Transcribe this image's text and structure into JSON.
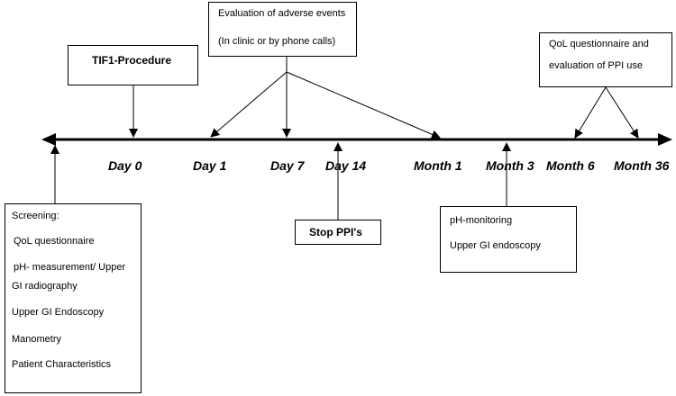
{
  "boxes": {
    "tif1": {
      "label": "TIF1-Procedure"
    },
    "adverse": {
      "line1": "Evaluation of adverse events",
      "line2": "(In clinic or by phone calls)"
    },
    "qol": {
      "line1": "QoL questionnaire and",
      "line2": "evaluation of PPI use"
    },
    "stop": {
      "label": "Stop PPI's"
    },
    "ph": {
      "items": [
        "pH-monitoring",
        "Upper GI endoscopy"
      ]
    },
    "screening": {
      "title": "Screening:",
      "items": [
        "QoL questionnaire",
        "pH- measurement/ Upper",
        "GI radiography",
        "Upper GI Endoscopy",
        "Manometry",
        "Patient Characteristics"
      ]
    }
  },
  "timeline": {
    "labels": [
      "Day 0",
      "Day 1",
      "Day 7",
      "Day 14",
      "Month 1",
      "Month 3",
      "Month 6",
      "Month 36"
    ]
  }
}
